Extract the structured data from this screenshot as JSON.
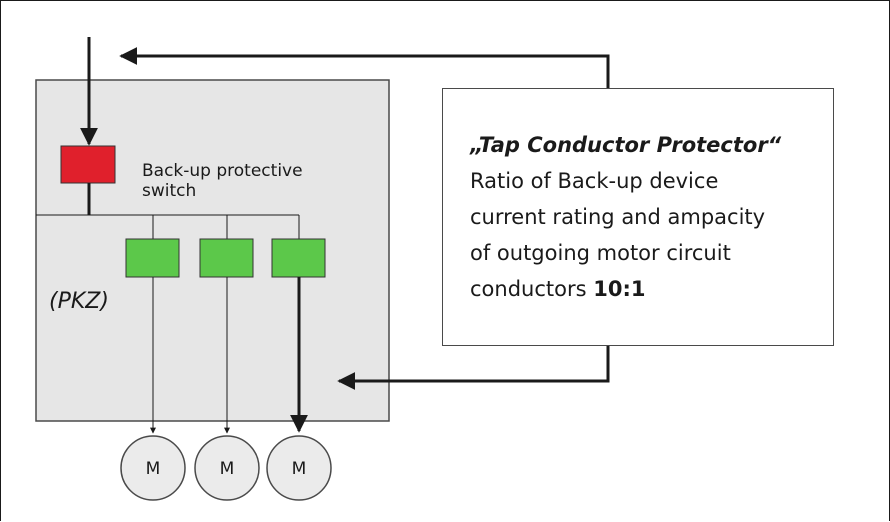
{
  "switch_label_line1": "Back-up protective",
  "switch_label_line2": "switch",
  "pkz_label": "(PKZ)",
  "note": {
    "title": "„Tap Conductor Protector“",
    "line1": "Ratio of Back-up device",
    "line2": "current rating and ampacity",
    "line3": "of outgoing motor circuit",
    "line4_text": "conductors",
    "line4_ratio": "10:1"
  },
  "motors": [
    {
      "label": "M"
    },
    {
      "label": "M"
    },
    {
      "label": "M"
    }
  ],
  "colors": {
    "panel": "#e6e6e6",
    "backup_switch": "#e0202c",
    "motor_starter": "#5cc84a",
    "motor_fill": "#ebebeb",
    "wire": "#1a1a1a"
  }
}
